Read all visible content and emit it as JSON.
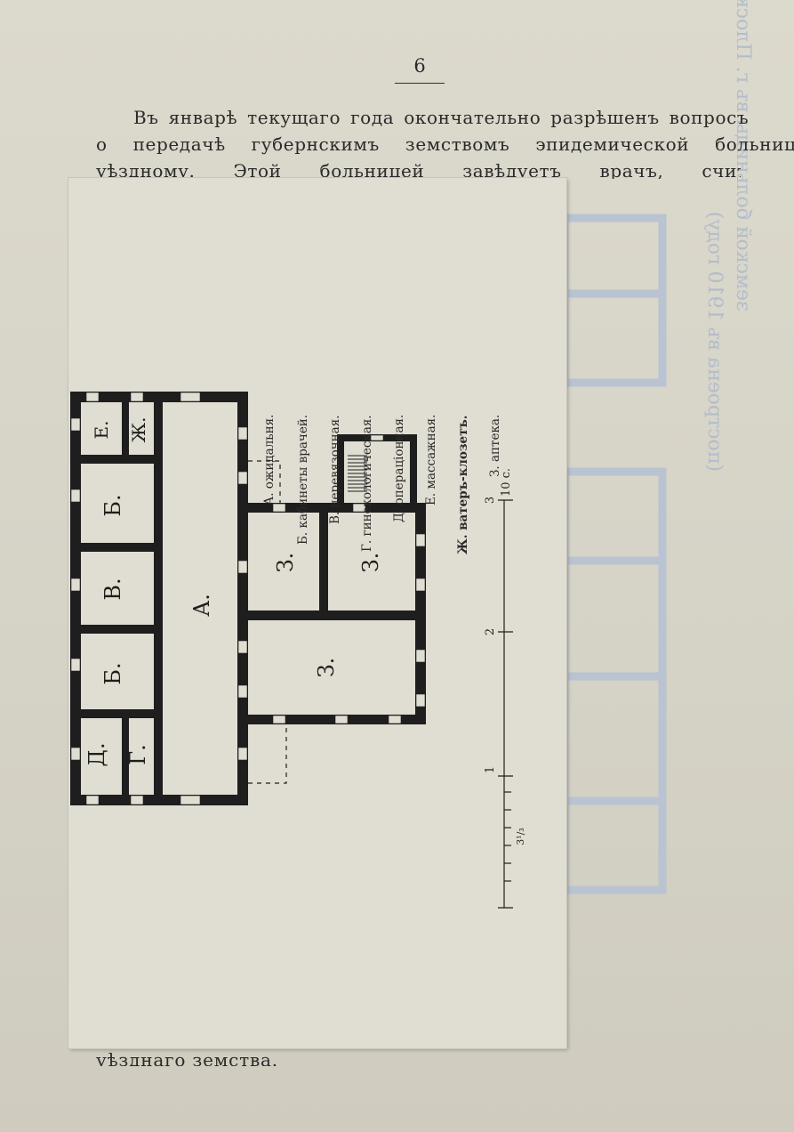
{
  "page": {
    "number": "6",
    "paragraph_lines": [
      "Въ январѣ текущаго года окончательно разрѣшенъ вопросъ",
      "о передачѣ губернскимъ земствомъ эпидемической больницы",
      "уѣздному. Этой больницей завѣдуетъ врачъ, считающійся"
    ],
    "trailing_text": "уѣзднаго земства."
  },
  "plan": {
    "rooms": {
      "A": "А.",
      "B1": "Б.",
      "B2": "Б.",
      "V": "В.",
      "G": "Г.",
      "D": "Д.",
      "E": "Е.",
      "Zh": "Ж.",
      "Z1": "З.",
      "Z2": "З.",
      "Z3": "З."
    },
    "legend": [
      "А. ожидальня.",
      "Б. кабинеты врачей.",
      "В. перевязочная.",
      "Г. гинекологическая.",
      "Д. операціонная.",
      "Е. массажная.",
      "Ж. ватеръ-клозетъ.",
      "З. аптека."
    ],
    "scale": {
      "ticks": [
        "1",
        "2",
        "3"
      ],
      "end_label": "10 с.",
      "fraction_label": "3¹/₃"
    }
  },
  "bleed_through": [
    "(построена въ 1910 году)",
    "земской больницы въ г. Плоскировѣ."
  ],
  "colors": {
    "paper": "#d7d4c8",
    "sheet": "#e0ddd2",
    "ink": "#1e1e1e",
    "bleed": "#b2bdcc"
  }
}
